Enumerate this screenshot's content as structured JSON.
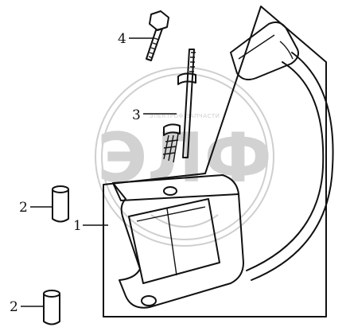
{
  "watermark": {
    "logo_text": "ЭЛФ",
    "tagline": "ЭЛЕКТРОФ ЗАПЧАСТИ"
  },
  "callouts": [
    {
      "id": "c1",
      "text": "1"
    },
    {
      "id": "c2a",
      "text": "2"
    },
    {
      "id": "c2b",
      "text": "2"
    },
    {
      "id": "c3",
      "text": "3"
    },
    {
      "id": "c4",
      "text": "4"
    }
  ]
}
